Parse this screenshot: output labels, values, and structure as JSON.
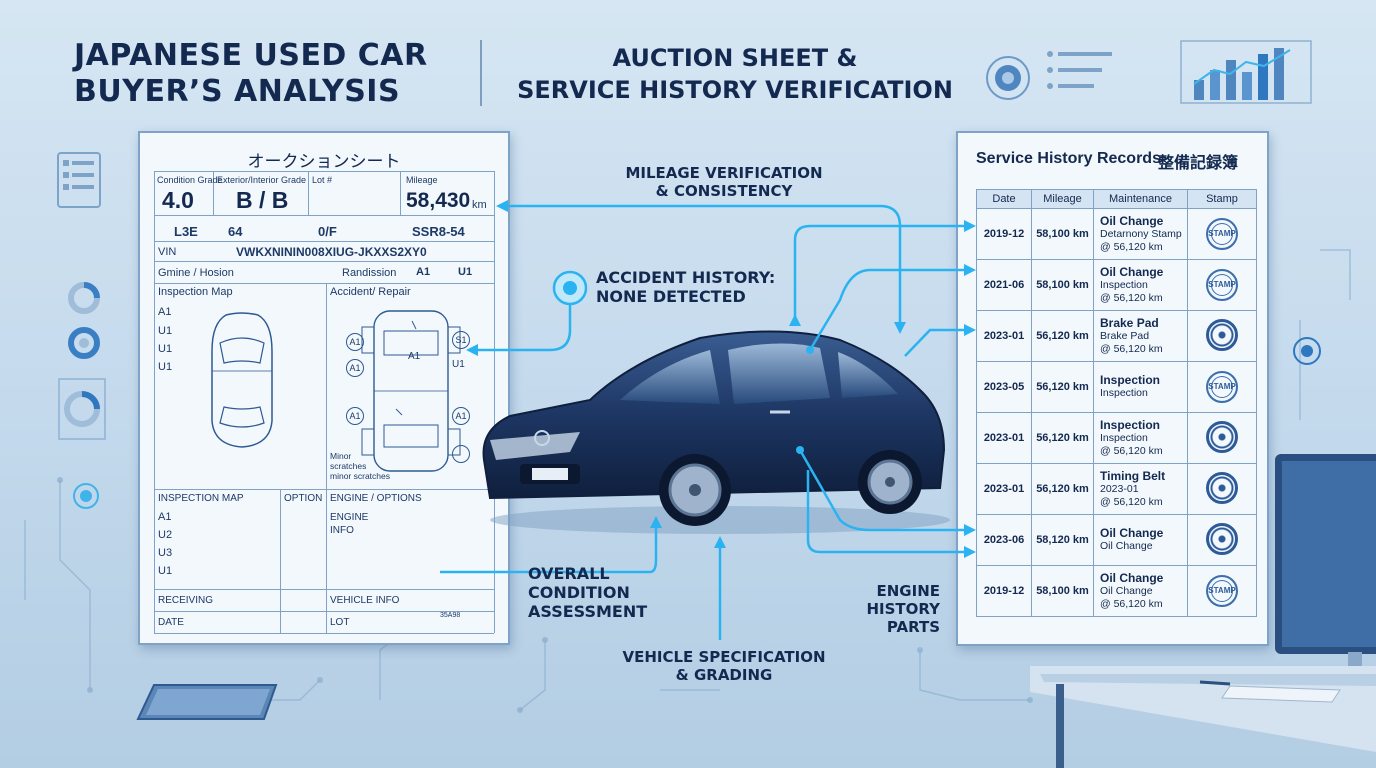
{
  "header": {
    "title_left_line1": "JAPANESE USED CAR",
    "title_left_line2": "BUYER’S ANALYSIS",
    "title_right_line1": "AUCTION SHEET &",
    "title_right_line2": "SERVICE HISTORY VERIFICATION"
  },
  "auction_sheet": {
    "title": "オークションシート",
    "header_labels": [
      "Condition Grade",
      "Exterior/Interior Grade",
      "Lot #",
      "Mileage"
    ],
    "condition_grade": "4.0",
    "ext_int_grade": "B / B",
    "mileage": "58,430",
    "mileage_unit": "km",
    "row2": [
      "L3E",
      "64",
      "0/F",
      "SSR8-54"
    ],
    "vin_label": "VIN",
    "vin": "VWKXNININ008XIUG-JKXXS2XY0",
    "engine_label": "Gmine / Hosion",
    "randission_label": "Randission",
    "randission_vals": [
      "A1",
      "U1"
    ],
    "inspection_map_label": "Inspection Map",
    "inspection_codes": [
      "A1",
      "U1",
      "U1",
      "U1"
    ],
    "accident_label": "Accident/ Repair",
    "accident_codes": [
      "A1",
      "S1",
      "A1",
      "A1",
      "U1",
      "A1",
      "A1"
    ],
    "minor_note_line1": "Minor",
    "minor_note_line2": "scratches",
    "minor_note_line3": "minor scratches",
    "lower_inspection_label": "INSPECTION MAP",
    "option_label": "OPTION",
    "engine_options_label": "ENGINE / OPTIONS",
    "lower_codes": [
      "A1",
      "U2",
      "U3",
      "U1"
    ],
    "engine_info_line1": "ENGINE",
    "engine_info_line2": "INFO",
    "receiving_label": "RECEIVING",
    "vehicle_info_label": "VEHICLE INFO",
    "date_label": "DATE",
    "lot_label": "LOT",
    "lot_value": "35A98"
  },
  "service_history": {
    "title": "Service History Records",
    "title_jp": "整備記録簿",
    "columns": [
      "Date",
      "Mileage",
      "Maintenance",
      "Stamp"
    ],
    "rows": [
      {
        "date": "2019-12",
        "mileage": "58,100 km",
        "title": "Oil Change",
        "line2": "Detarnony Stamp",
        "line3": "@ 56,120 km",
        "stamp": "STAMP"
      },
      {
        "date": "2021-06",
        "mileage": "58,100 km",
        "title": "Oil Change",
        "line2": "Inspection",
        "line3": "@ 56,120 km",
        "stamp": "STAMP"
      },
      {
        "date": "2023-01",
        "mileage": "56,120 km",
        "title": "Brake Pad",
        "line2": "Brake Pad",
        "line3": "@ 56,120 km",
        "stamp": ""
      },
      {
        "date": "2023-05",
        "mileage": "56,120 km",
        "title": "Inspection",
        "line2": "Inspection",
        "line3": "",
        "stamp": "STAMP"
      },
      {
        "date": "2023-01",
        "mileage": "56,120 km",
        "title": "Inspection",
        "line2": "Inspection",
        "line3": "@ 56,120 km",
        "stamp": ""
      },
      {
        "date": "2023-01",
        "mileage": "56,120 km",
        "title": "Timing Belt",
        "line2": "2023-01",
        "line3": "@ 56,120 km",
        "stamp": ""
      },
      {
        "date": "2023-06",
        "mileage": "58,120 km",
        "title": "Oil Change",
        "line2": "Oil Change",
        "line3": "",
        "stamp": ""
      },
      {
        "date": "2019-12",
        "mileage": "58,100 km",
        "title": "Oil Change",
        "line2": "Oil Change",
        "line3": "@ 56,120 km",
        "stamp": "STAMP"
      }
    ]
  },
  "callouts": {
    "mileage_line1": "MILEAGE VERIFICATION",
    "mileage_line2": "& CONSISTENCY",
    "accident_line1": "ACCIDENT HISTORY:",
    "accident_line2": "NONE DETECTED",
    "overall_line1": "OVERALL",
    "overall_line2": "CONDITION",
    "overall_line3": "ASSESSMENT",
    "vehicle_line1": "VEHICLE SPECIFICATION",
    "vehicle_line2": "& GRADING",
    "engine_line1": "ENGINE",
    "engine_line2": "HISTORY",
    "engine_line3": "PARTS"
  },
  "colors": {
    "accent": "#2ab3f0",
    "navy": "#13294f",
    "car_body": "#1d3663"
  }
}
